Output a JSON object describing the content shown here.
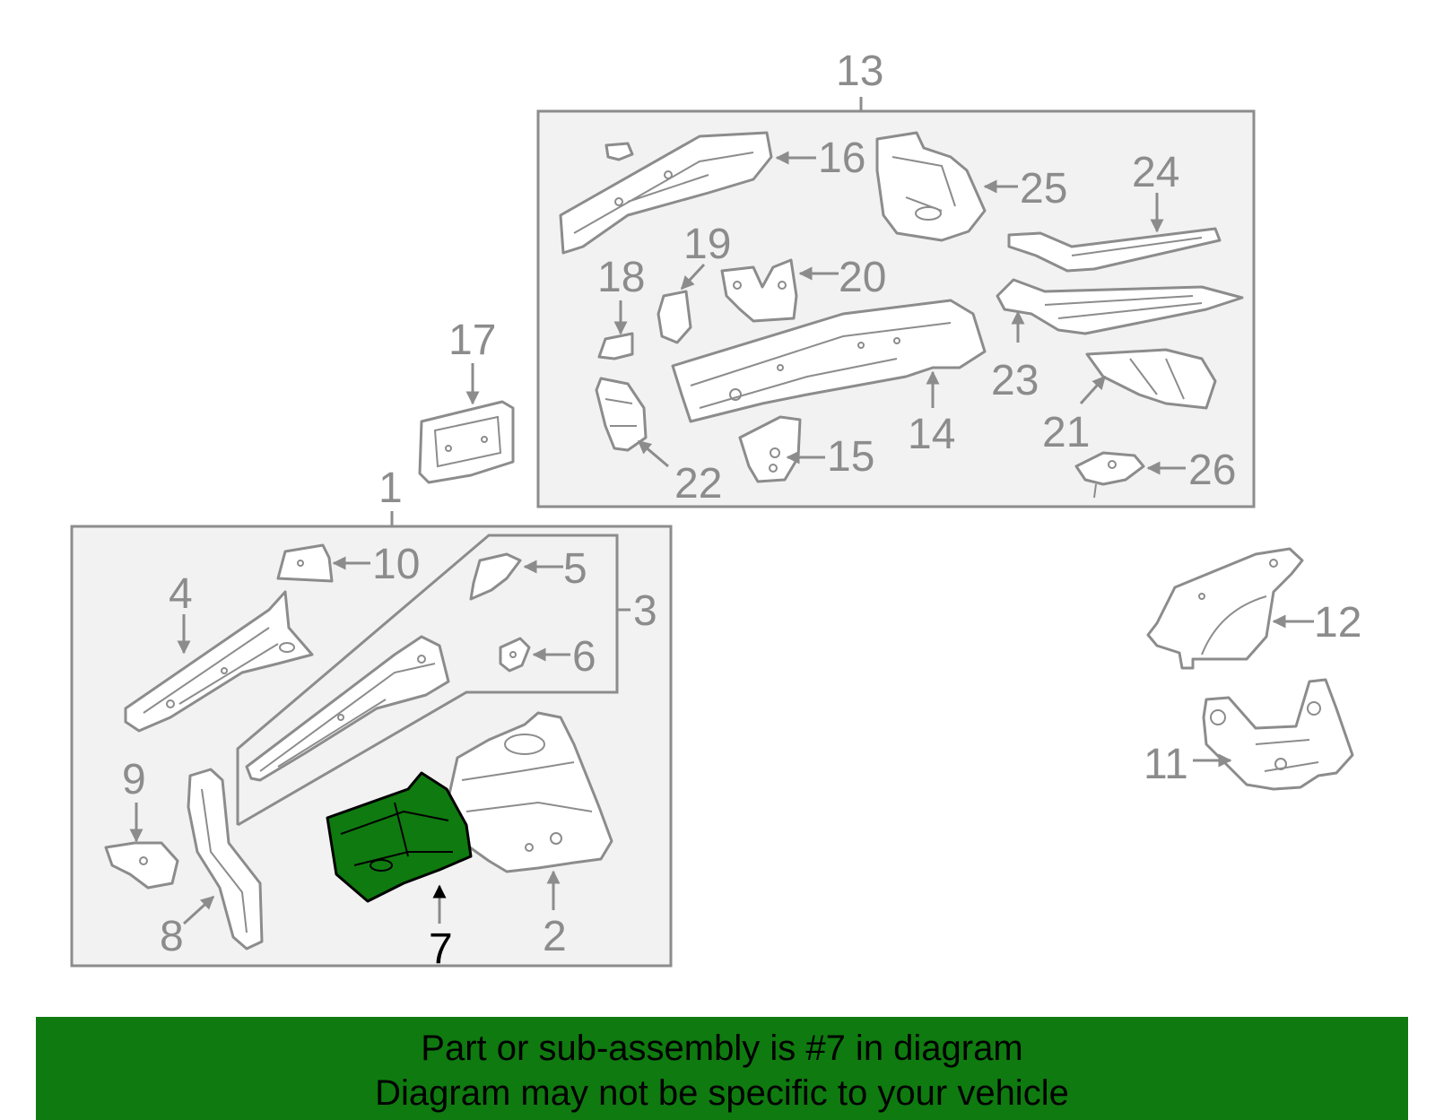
{
  "diagram": {
    "callouts": {
      "c1": "1",
      "c2": "2",
      "c3": "3",
      "c4": "4",
      "c5": "5",
      "c6": "6",
      "c7": "7",
      "c8": "8",
      "c9": "9",
      "c10": "10",
      "c11": "11",
      "c12": "12",
      "c13": "13",
      "c14": "14",
      "c15": "15",
      "c16": "16",
      "c17": "17",
      "c18": "18",
      "c19": "19",
      "c20": "20",
      "c21": "21",
      "c22": "22",
      "c23": "23",
      "c24": "24",
      "c25": "25",
      "c26": "26"
    },
    "highlighted_part": "7",
    "colors": {
      "line": "#8c8c8c",
      "box_fill": "#f2f2f2",
      "highlight": "#0f7a0f",
      "highlight_outline": "#000000"
    }
  },
  "banner": {
    "line1": "Part or sub-assembly is #7 in diagram",
    "line2": "Diagram may not be specific to your vehicle",
    "color": "#0f7a0f"
  }
}
